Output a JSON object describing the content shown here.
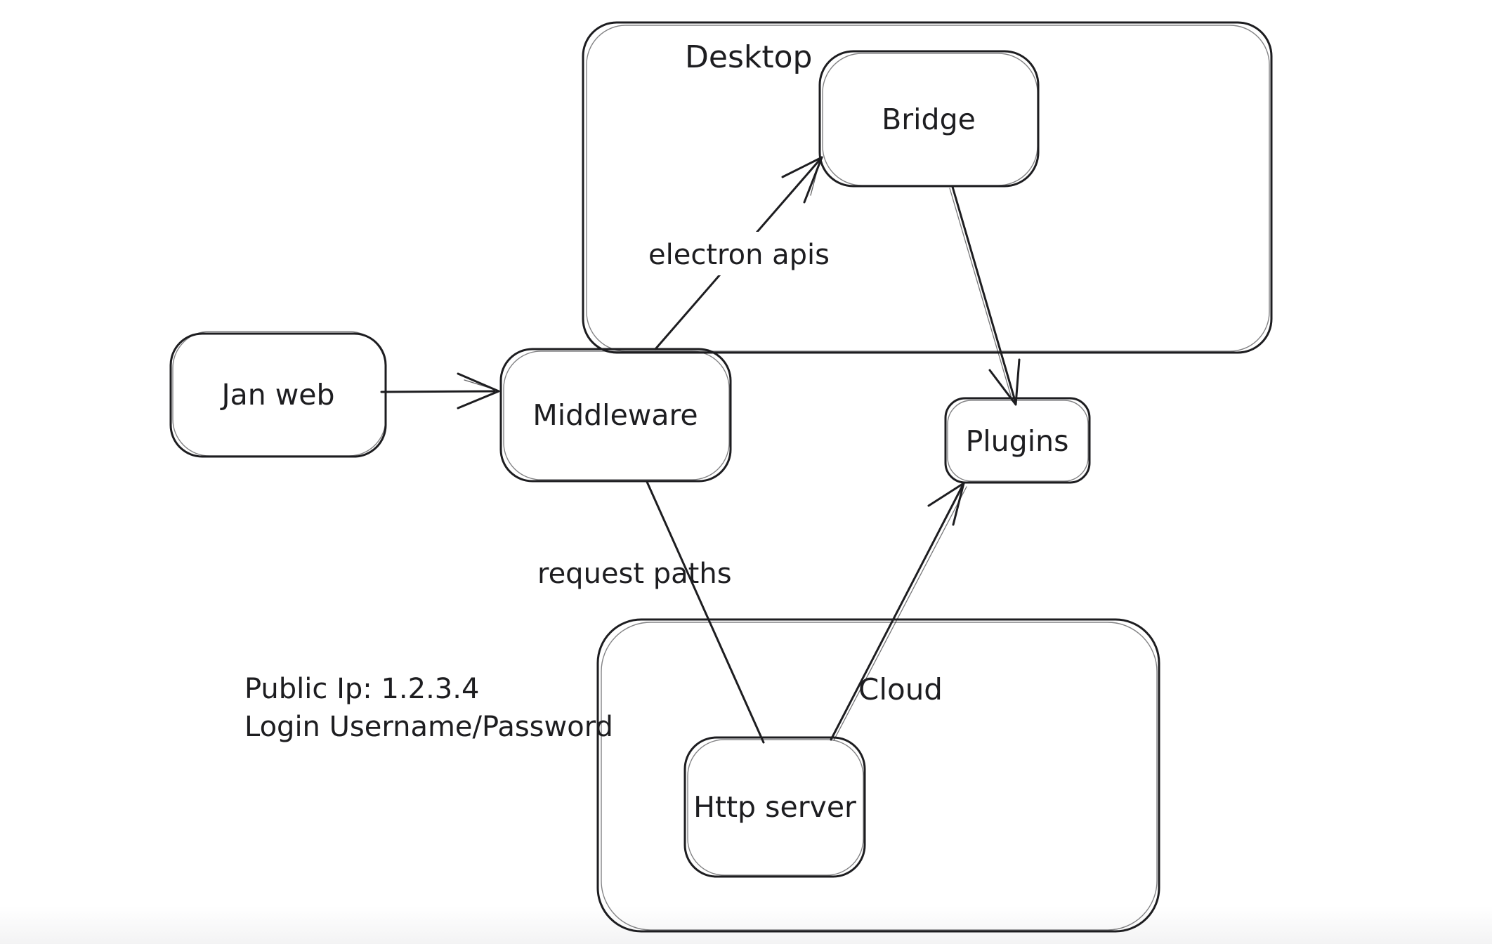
{
  "canvas": {
    "background_color": "#ffffff",
    "stroke_color": "#1d1d20",
    "style": "hand-drawn sketch diagram"
  },
  "containers": [
    {
      "id": "desktop",
      "label": "Desktop"
    },
    {
      "id": "cloud",
      "label": "Cloud"
    }
  ],
  "nodes": [
    {
      "id": "jan-web",
      "label": "Jan web"
    },
    {
      "id": "middleware",
      "label": "Middleware"
    },
    {
      "id": "bridge",
      "label": "Bridge"
    },
    {
      "id": "plugins",
      "label": "Plugins"
    },
    {
      "id": "http-server",
      "label": "Http server"
    }
  ],
  "edges": [
    {
      "from": "jan-web",
      "to": "middleware",
      "label": "",
      "arrowhead": "open-chevron"
    },
    {
      "from": "middleware",
      "to": "bridge",
      "label": "electron apis",
      "arrowhead": "barbed"
    },
    {
      "from": "bridge",
      "to": "plugins",
      "label": "",
      "arrowhead": "barbed"
    },
    {
      "from": "middleware",
      "to": "http-server",
      "label": "request paths",
      "arrowhead": "none"
    },
    {
      "from": "http-server",
      "to": "plugins",
      "label": "",
      "arrowhead": "barbed"
    }
  ],
  "annotations": [
    {
      "id": "public-ip",
      "text": "Public Ip: 1.2.3.4"
    },
    {
      "id": "login-credentials",
      "text": "Login Username/Password"
    }
  ]
}
